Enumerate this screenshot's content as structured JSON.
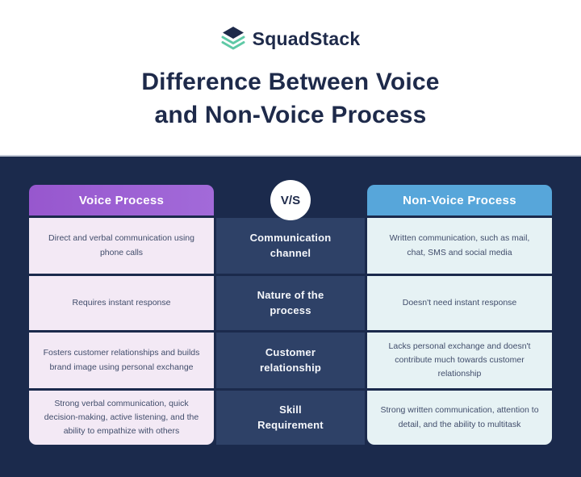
{
  "logo": {
    "text": "SquadStack"
  },
  "title": {
    "line1": "Difference Between Voice",
    "line2": "and Non-Voice Process"
  },
  "table": {
    "vs_label": "V/S",
    "voice_header": "Voice Process",
    "nonvoice_header": "Non-Voice Process",
    "rows": [
      {
        "category": "Communication\nchannel",
        "voice": "Direct and verbal communication using phone calls",
        "nonvoice": "Written communication, such as mail, chat, SMS and social media"
      },
      {
        "category": "Nature of the\nprocess",
        "voice": "Requires instant response",
        "nonvoice": "Doesn't need instant response"
      },
      {
        "category": "Customer\nrelationship",
        "voice": "Fosters customer relationships and builds brand image using personal exchange",
        "nonvoice": "Lacks personal exchange and doesn't contribute much towards customer relationship"
      },
      {
        "category": "Skill\nRequirement",
        "voice": "Strong verbal communication, quick decision-making, active listening, and the ability to empathize with others",
        "nonvoice": "Strong written communication, attention to detail, and the ability to multitask"
      }
    ]
  },
  "colors": {
    "panel_navy": "#1b2a4c",
    "mid_cell_navy": "#2e4167",
    "voice_header_purple": "#9c5ed3",
    "voice_cell_lavender": "#f3e9f5",
    "nonvoice_header_blue": "#57a6da",
    "nonvoice_cell_mint": "#e6f2f4",
    "title_navy": "#1e2a4a",
    "logo_green": "#5fc9a6",
    "cell_text": "#414d6b"
  }
}
